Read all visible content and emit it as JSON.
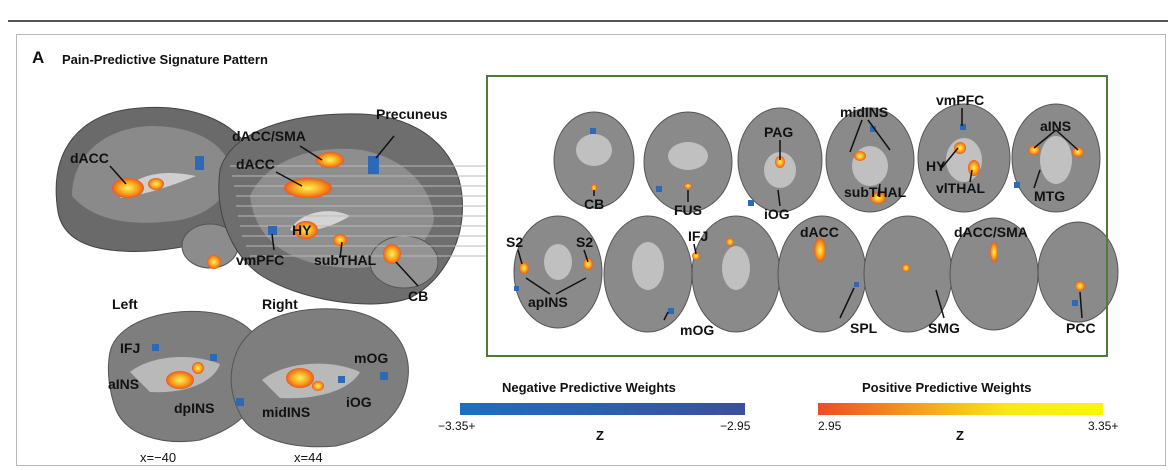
{
  "panel": {
    "letter": "A",
    "title": "Pain-Predictive Signature Pattern"
  },
  "sagittal_labels": {
    "dacc": "dACC",
    "dacc_sma": "dACC/SMA",
    "dacc2": "dACC",
    "precuneus": "Precuneus",
    "hy": "HY",
    "vmpfc": "vmPFC",
    "subthal": "subTHAL",
    "cb": "CB"
  },
  "lateral_labels": {
    "left": "Left",
    "right": "Right",
    "ifj": "IFJ",
    "ains": "aINS",
    "dpins": "dpINS",
    "midins": "midINS",
    "mog": "mOG",
    "iog": "iOG",
    "x_left": "x=−40",
    "x_right": "x=44"
  },
  "axial_labels": {
    "cb": "CB",
    "fus": "FUS",
    "pag": "PAG",
    "iog": "iOG",
    "midins": "midINS",
    "subthal": "subTHAL",
    "vmpfc": "vmPFC",
    "hy": "HY",
    "vlthal": "vlTHAL",
    "ains": "aINS",
    "mtg": "MTG",
    "s2_left": "S2",
    "s2_right": "S2",
    "ifj": "IFJ",
    "dacc": "dACC",
    "dacc_sma": "dACC/SMA",
    "apins": "apINS",
    "mog": "mOG",
    "spl": "SPL",
    "smg": "SMG",
    "pcc": "PCC"
  },
  "legend": {
    "negative": {
      "title": "Negative Predictive Weights",
      "min_label": "−3.35+",
      "max_label": "−2.95",
      "axis": "Z"
    },
    "positive": {
      "title": "Positive Predictive Weights",
      "min_label": "2.95",
      "max_label": "3.35+",
      "axis": "Z"
    }
  },
  "colors": {
    "negative_start": "#1b6fc2",
    "negative_end": "#3c4f9e",
    "positive_start": "#ef4b23",
    "positive_end": "#fff50c",
    "inset_border": "#4e7d3a"
  }
}
